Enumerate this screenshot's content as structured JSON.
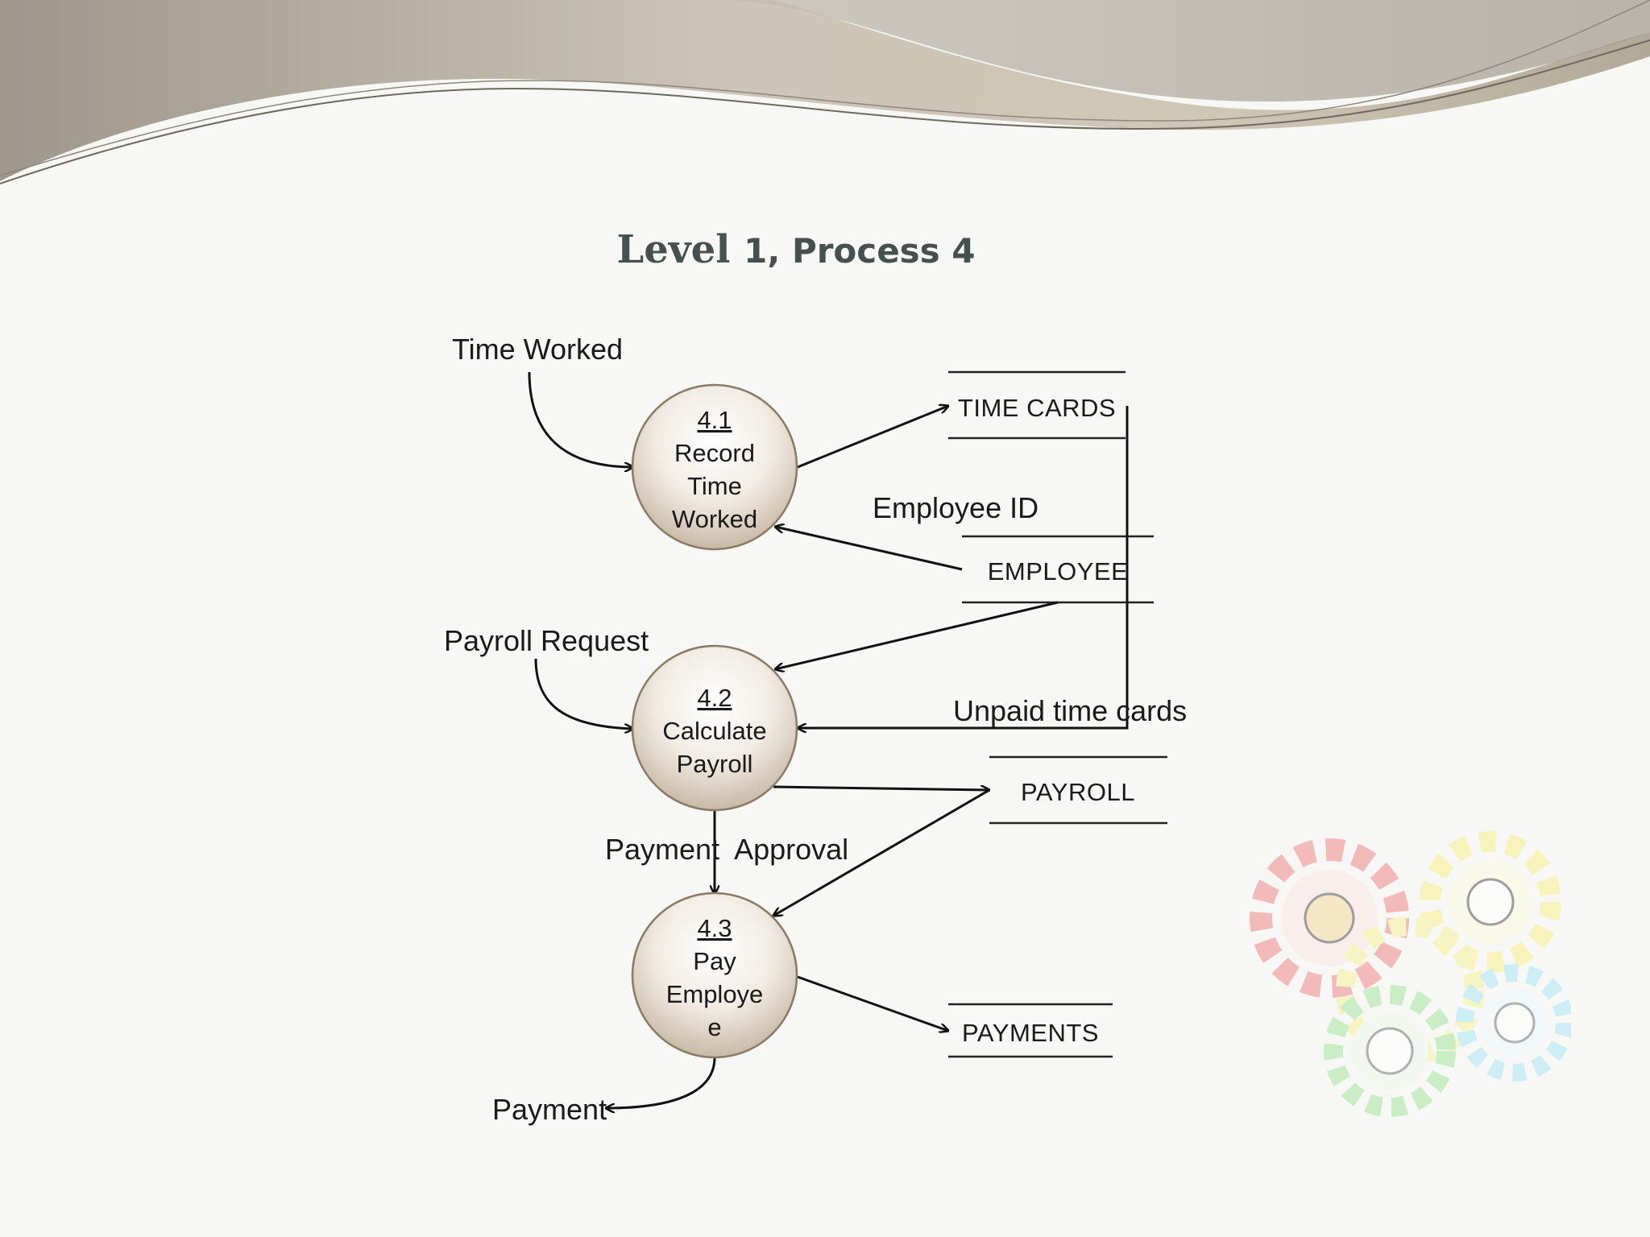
{
  "title": {
    "main": "Level",
    "rest": "1, Process 4"
  },
  "processes": [
    {
      "id": "4.1",
      "lines": [
        "Record",
        "Time",
        "Worked"
      ]
    },
    {
      "id": "4.2",
      "lines": [
        "Calculate",
        "Payroll"
      ]
    },
    {
      "id": "4.3",
      "lines": [
        "Pay",
        "Employe",
        "e"
      ]
    }
  ],
  "stores": {
    "time_cards": "TIME CARDS",
    "employee": "EMPLOYEE",
    "payroll": "PAYROLL",
    "payments": "PAYMENTS"
  },
  "flows": {
    "time_worked": "Time Worked",
    "employee_id": "Employee ID",
    "payroll_request": "Payroll Request",
    "unpaid_time_cards": "Unpaid time cards",
    "payment_approval": "Payment  Approval",
    "payment": "Payment"
  },
  "colors": {
    "title": "#46514f",
    "process_fill_center": "#ffffff",
    "process_fill_edge": "#c9b9a6",
    "process_stroke": "#8a7a66",
    "swoosh": "#b0a596"
  }
}
